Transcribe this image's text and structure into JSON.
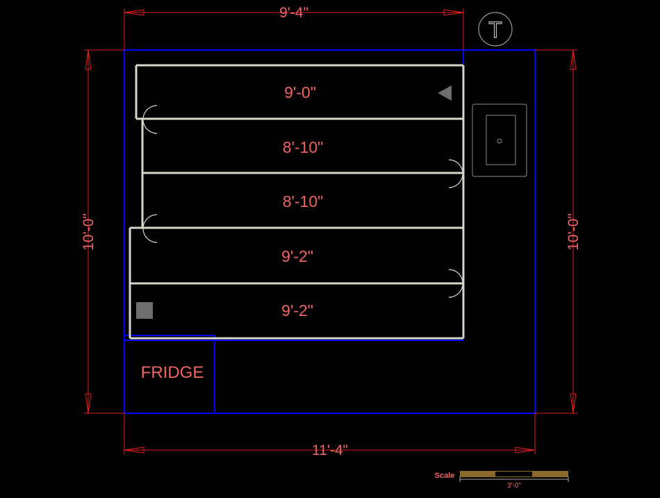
{
  "dimensions": {
    "top_width": "9'-4\"",
    "bottom_width": "11'-4\"",
    "left_height": "10'-0\"",
    "right_height": "10'-0\""
  },
  "shelves": [
    {
      "label": "9'-0\""
    },
    {
      "label": "8'-10\""
    },
    {
      "label": "8'-10\""
    },
    {
      "label": "9'-2\""
    },
    {
      "label": "9'-2\""
    }
  ],
  "fridge_label": "FRIDGE",
  "marker_letter": "T",
  "scale": {
    "label": "Scale",
    "length": "3'-0\""
  },
  "colors": {
    "background": "#000000",
    "dimension": "#e0201c",
    "outline": "#0000ff",
    "shelf": "#d8d6c8",
    "label": "#f06464",
    "marker": "#6e6e6e",
    "scale_bar": "#8b6a2a"
  }
}
